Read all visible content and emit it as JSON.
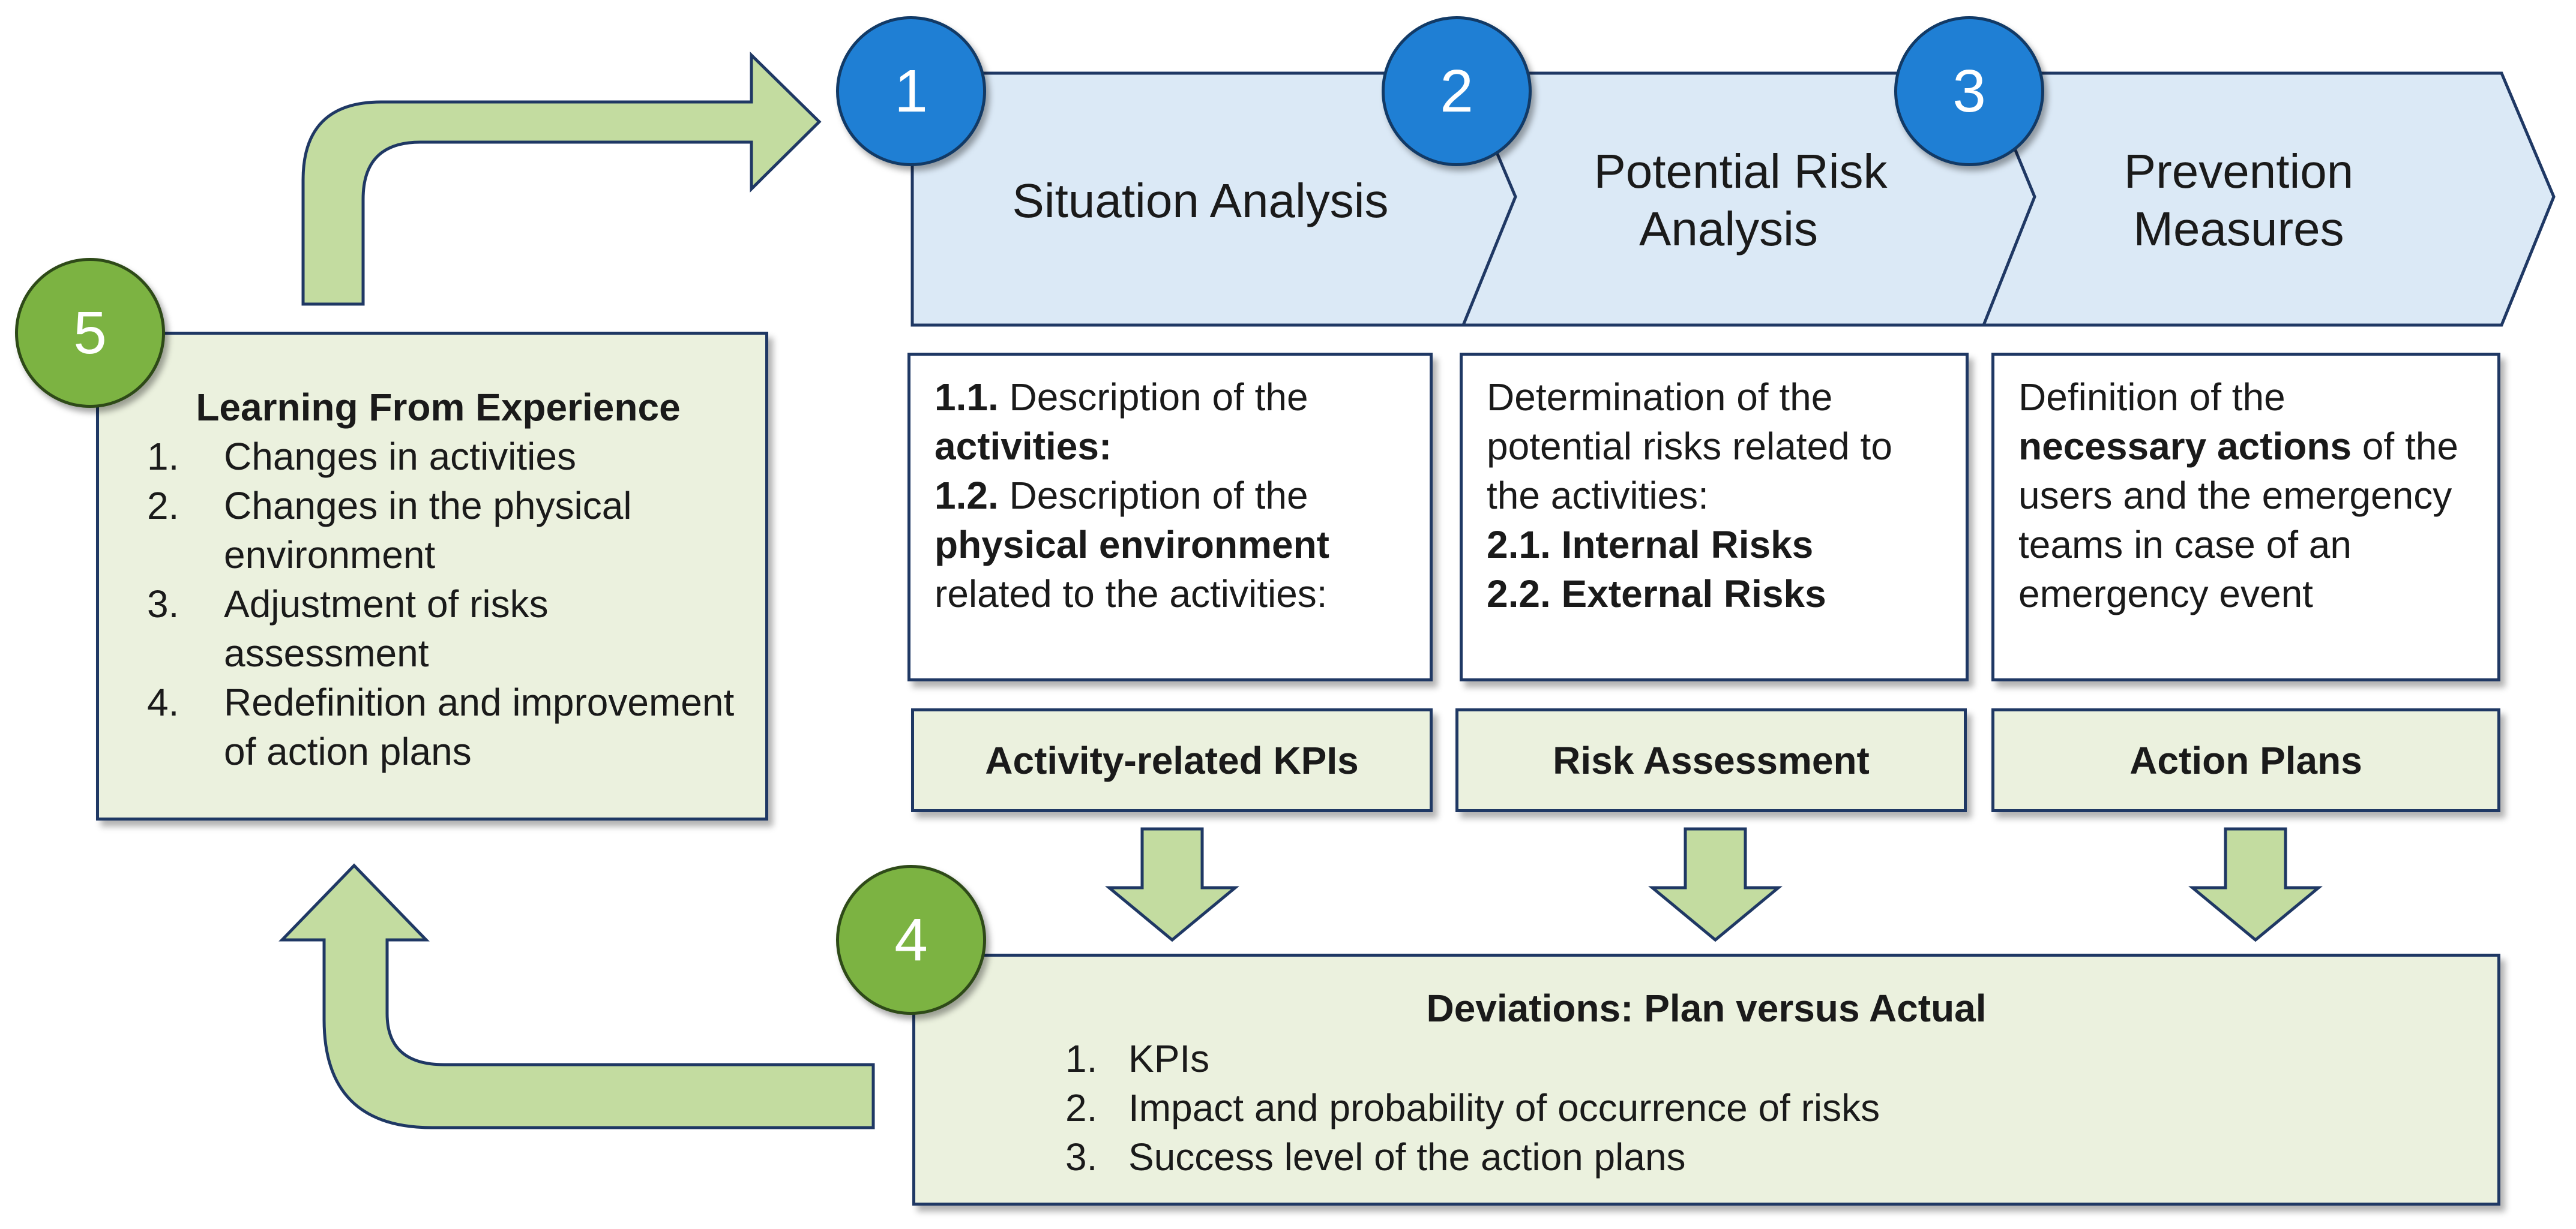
{
  "colors": {
    "chevron_fill": "#dbe9f6",
    "box_border": "#1f3864",
    "green_box_fill": "#ebf1de",
    "arrow_fill": "#c3dca0",
    "badge_blue": "#1f7fd4",
    "badge_green": "#7cb342"
  },
  "badges": {
    "b1": "1",
    "b2": "2",
    "b3": "3",
    "b4": "4",
    "b5": "5"
  },
  "steps": {
    "situation": {
      "line1": "Situation Analysis"
    },
    "risk": {
      "line1": "Potential Risk",
      "line2": "Analysis"
    },
    "prevention": {
      "line1": "Prevention",
      "line2": "Measures"
    }
  },
  "desc1": {
    "num1": "1.1.",
    "text1": " Description of the ",
    "bold1": "activities:",
    "num2": "1.2.",
    "text2": " Description of the ",
    "bold2": "physical environment",
    "text3": " related to the activities:"
  },
  "desc2": {
    "text1": "Determination of the potential risks related to the activities:",
    "item1": "2.1. Internal Risks",
    "item2": "2.2. External Risks"
  },
  "desc3": {
    "text1": "Definition of the ",
    "bold1": "necessary actions",
    "text2": " of the users and the emergency teams in case of an emergency event"
  },
  "outputs": {
    "kpis": "Activity-related KPIs",
    "risk": "Risk Assessment",
    "plans": "Action Plans"
  },
  "deviations": {
    "title": "Deviations: Plan versus Actual",
    "items": [
      {
        "n": "1.",
        "t": "KPIs"
      },
      {
        "n": "2.",
        "t": "Impact and probability of occurrence of risks"
      },
      {
        "n": "3.",
        "t": "Success level of the action plans"
      }
    ]
  },
  "learning": {
    "title": "Learning From Experience",
    "items": [
      {
        "n": "1.",
        "t": "Changes in activities"
      },
      {
        "n": "2.",
        "t": "Changes in the physical environment"
      },
      {
        "n": "3.",
        "t": "Adjustment of risks assessment"
      },
      {
        "n": "4.",
        "t": "Redefinition and improvement of action plans"
      }
    ]
  }
}
